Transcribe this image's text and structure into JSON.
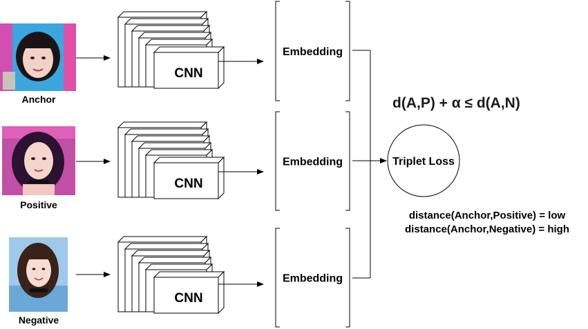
{
  "inputs": [
    {
      "label": "Anchor"
    },
    {
      "label": "Positive"
    },
    {
      "label": "Negative"
    }
  ],
  "cnn_label": "CNN",
  "embedding_label": "Embedding",
  "loss": {
    "formula": "d(A,P) + α ≤ d(A,N)",
    "node_label": "Triplet Loss",
    "note_positive": "distance(Anchor,Positive) = low",
    "note_negative": "distance(Anchor,Negative) = high"
  },
  "colors": {
    "stroke": "#000000",
    "anchor_bg": "#3aa6e0",
    "positive_bg": "#c24fa6",
    "negative_bg": "#9ec9ea"
  }
}
